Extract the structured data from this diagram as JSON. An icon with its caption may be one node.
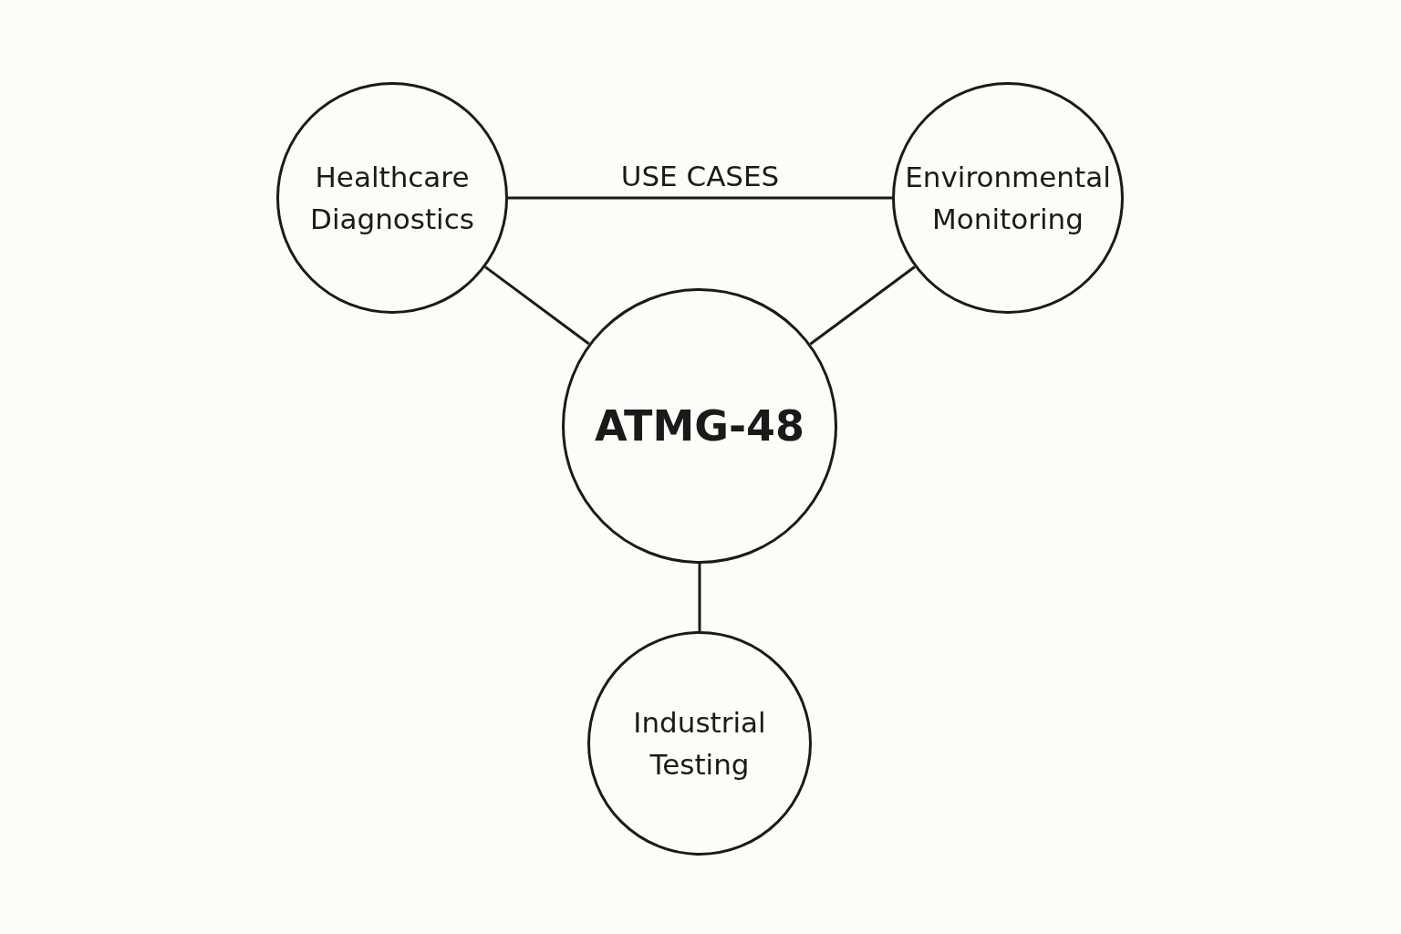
{
  "diagram": {
    "nodes": [
      {
        "text": [
          "Healthcare Diagnostics"
        ]
      },
      {
        "text": [
          "Environmental Monitoring"
        ]
      },
      {
        "text": [
          "ATMG-48"
        ]
      },
      {
        "text": [
          "Industrial Testing"
        ]
      }
    ],
    "edges": [
      {
        "from": 0,
        "to": 1,
        "arrow": "none",
        "label": "USE CASES"
      },
      {
        "from": 0,
        "to": 2,
        "arrow": "none"
      },
      {
        "from": 1,
        "to": 2,
        "arrow": "none"
      },
      {
        "from": 2,
        "to": 3,
        "arrow": "none"
      }
    ]
  }
}
